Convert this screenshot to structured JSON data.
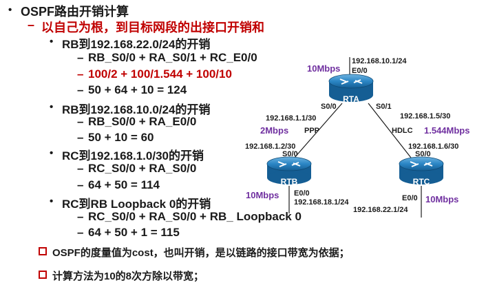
{
  "title": "OSPF路由开销计算",
  "subtitle": "以自己为根，到目标网段的出接口开销和",
  "sections": [
    {
      "head": "RB到192.168.22.0/24的开销",
      "lines": [
        "RB_S0/0 + RA_S0/1 + RC_E0/0",
        "100/2 + 100/1.544 + 100/10",
        "50 + 64 + 10 = 124"
      ]
    },
    {
      "head": "RB到192.168.10.0/24的开销",
      "lines": [
        "RB_S0/0 + RA_E0/0",
        "50 + 10 = 60"
      ]
    },
    {
      "head": "RC到192.168.1.0/30的开销",
      "lines": [
        "RC_S0/0 + RA_S0/0",
        "64 + 50 = 114"
      ]
    },
    {
      "head": "RC到RB Loopback 0的开销",
      "lines": [
        "RC_S0/0 + RA_S0/0 + RB_ Loopback 0",
        "64 + 50 + 1 = 115"
      ]
    }
  ],
  "notes": [
    "OSPF的度量值为cost，也叫开销，是以链路的接口带宽为依据；",
    "计算方法为10的8次方除以带宽；"
  ],
  "diagram": {
    "routers": {
      "rta": "RTA",
      "rtb": "RTB",
      "rtc": "RTC"
    },
    "rta": {
      "net": "192.168.10.1/24",
      "eth": "E0/0",
      "bw": "10Mbps",
      "s00": "S0/0",
      "s01": "S0/1"
    },
    "link_ab": {
      "ip_a": "192.168.1.1/30",
      "bw": "2Mbps",
      "proto": "PPP",
      "ip_b": "192.168.1.2/30",
      "port_b": "S0/0"
    },
    "link_ac": {
      "ip_a": "192.168.1.5/30",
      "proto": "HDLC",
      "bw": "1.544Mbps",
      "ip_c": "192.168.1.6/30",
      "port_c": "S0/0"
    },
    "rtb": {
      "bw": "10Mbps",
      "eth": "E0/0",
      "net": "192.168.18.1/24"
    },
    "rtc": {
      "eth": "E0/0",
      "bw": "10Mbps",
      "net": "192.168.22.1/24"
    }
  },
  "colors": {
    "accent_red": "#c00000",
    "bandwidth_purple": "#7030a0",
    "router_blue": "#1e78b4"
  }
}
